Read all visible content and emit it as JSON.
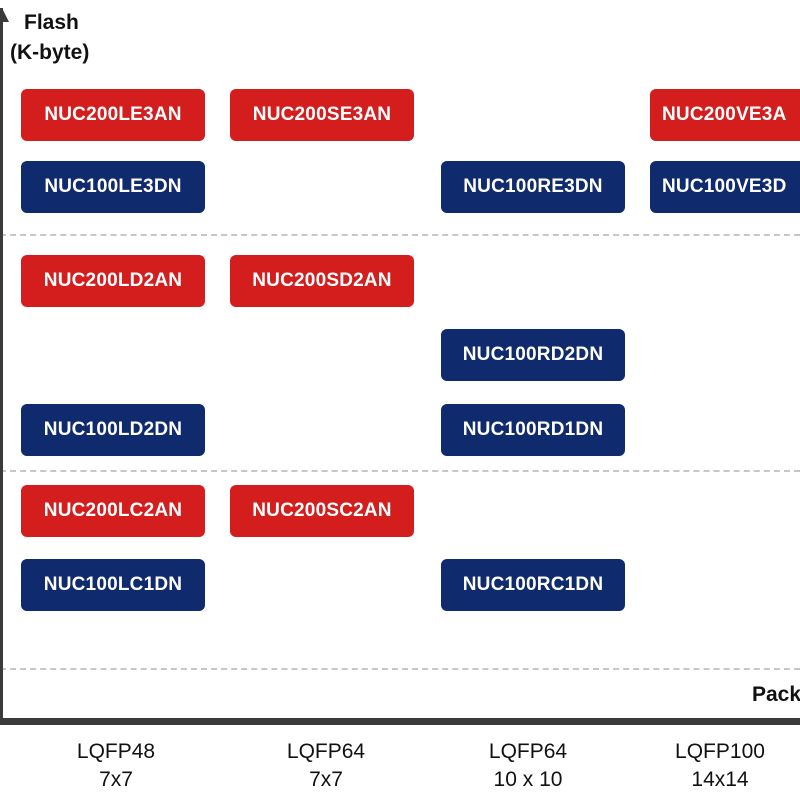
{
  "y_axis": {
    "title_line1": "Flash",
    "title_line2": "(K-byte)"
  },
  "x_axis": {
    "title": "Pack"
  },
  "packages": [
    {
      "name": "LQFP48",
      "size": "7x7"
    },
    {
      "name": "LQFP64",
      "size": "7x7"
    },
    {
      "name": "LQFP64",
      "size": "10 x 10"
    },
    {
      "name": "LQFP100",
      "size": "14x14"
    }
  ],
  "colors": {
    "nuc200": "#d41e1e",
    "nuc100": "#102a6e"
  },
  "parts": [
    {
      "label": "NUC200LE3AN",
      "family": "NUC200"
    },
    {
      "label": "NUC200SE3AN",
      "family": "NUC200"
    },
    {
      "label": "NUC200VE3A",
      "family": "NUC200"
    },
    {
      "label": "NUC100LE3DN",
      "family": "NUC100"
    },
    {
      "label": "NUC100RE3DN",
      "family": "NUC100"
    },
    {
      "label": "NUC100VE3D",
      "family": "NUC100"
    },
    {
      "label": "NUC200LD2AN",
      "family": "NUC200"
    },
    {
      "label": "NUC200SD2AN",
      "family": "NUC200"
    },
    {
      "label": "NUC100RD2DN",
      "family": "NUC100"
    },
    {
      "label": "NUC100LD2DN",
      "family": "NUC100"
    },
    {
      "label": "NUC100RD1DN",
      "family": "NUC100"
    },
    {
      "label": "NUC200LC2AN",
      "family": "NUC200"
    },
    {
      "label": "NUC200SC2AN",
      "family": "NUC200"
    },
    {
      "label": "NUC100LC1DN",
      "family": "NUC100"
    },
    {
      "label": "NUC100RC1DN",
      "family": "NUC100"
    }
  ]
}
